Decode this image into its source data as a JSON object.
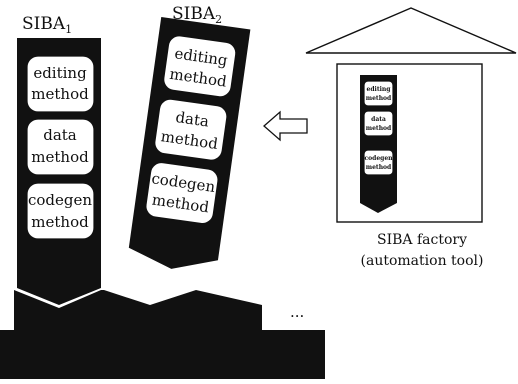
{
  "colors": {
    "ink": "#111111",
    "paper": "#ffffff"
  },
  "siba1": {
    "title_base": "SIBA",
    "title_sub": "1",
    "methods": [
      {
        "line1": "editing",
        "line2": "method"
      },
      {
        "line1": "data",
        "line2": "method"
      },
      {
        "line1": "codegen",
        "line2": "method"
      }
    ]
  },
  "siba2": {
    "title_base": "SIBA",
    "title_sub": "2",
    "methods": [
      {
        "line1": "editing",
        "line2": "method"
      },
      {
        "line1": "data",
        "line2": "method"
      },
      {
        "line1": "codegen",
        "line2": "method"
      }
    ]
  },
  "factory": {
    "caption_line1": "SIBA factory",
    "caption_line2": "(automation tool)",
    "methods": [
      {
        "line1": "editing",
        "line2": "method"
      },
      {
        "line1": "data",
        "line2": "method"
      },
      {
        "line1": "codegen",
        "line2": "method"
      }
    ]
  },
  "base": {
    "ellipsis": "..."
  }
}
